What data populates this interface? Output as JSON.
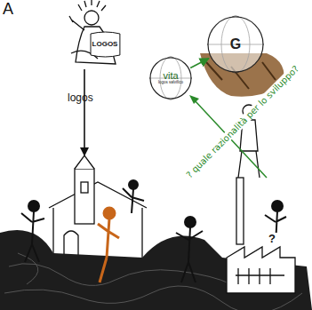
{
  "diagram": {
    "nodes": [
      {
        "text": [
          "LOGOS"
        ]
      },
      {
        "text": [
          "vita",
          "logos salvifico"
        ]
      },
      {
        "text": [
          "G"
        ]
      }
    ],
    "edges": [
      {
        "from": 1,
        "to": 2,
        "arrow": "to"
      }
    ],
    "labels": [
      "A",
      "logos",
      "? quale razionalità per lo sviluppo?",
      "?"
    ]
  }
}
